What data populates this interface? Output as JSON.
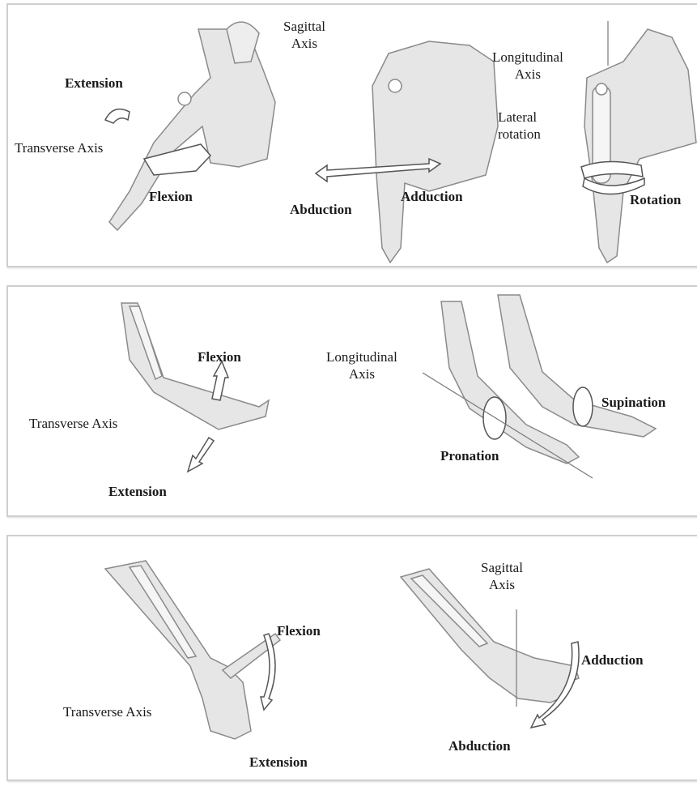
{
  "panels": {
    "shoulder": {
      "sagittal_axis": [
        "Sagittal",
        "Axis"
      ],
      "longitudinal_axis": [
        "Longitudinal",
        "Axis"
      ],
      "extension": "Extension",
      "transverse_axis": "Transverse Axis",
      "flexion": "Flexion",
      "lateral_rotation": [
        "Lateral",
        "rotation"
      ],
      "abduction": "Abduction",
      "adduction": "Adduction",
      "rotation": "Rotation"
    },
    "elbow": {
      "flexion": "Flexion",
      "longitudinal_axis": [
        "Longitudinal",
        "Axis"
      ],
      "transverse_axis": "Transverse Axis",
      "supination": "Supination",
      "pronation": "Pronation",
      "extension": "Extension"
    },
    "wrist": {
      "sagittal_axis": [
        "Sagittal",
        "Axis"
      ],
      "flexion": "Flexion",
      "adduction": "Adduction",
      "transverse_axis": "Transverse Axis",
      "abduction": "Abduction",
      "extension": "Extension"
    }
  },
  "colors": {
    "panel_border": "#cfcfcf",
    "skin_fill": "#e6e6e6",
    "bone_fill": "#f5f5f5",
    "outline": "#8a8a8a",
    "arrow_fill": "#ffffff",
    "arrow_stroke": "#555555"
  }
}
